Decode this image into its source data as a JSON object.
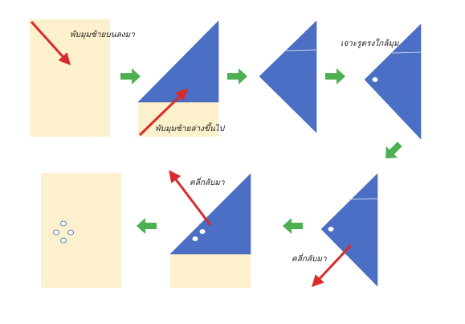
{
  "colors": {
    "paper": "#fdf0cc",
    "fold": "#4a6fc4",
    "fold_edge": "#3a5aa8",
    "arrow": "#d92b2b",
    "step_arrow": "#4caf50",
    "hole": "#ffffff"
  },
  "labels": {
    "fold_top_left_down": "พับมุมซ้ายบนลงมา",
    "fold_bottom_left_up": "พับมุมซ้ายล่างขึ้นไป",
    "punch_hole_near_corner": "เจาะรูตรงใกล้มุม",
    "unfold_1": "คลี่กลับมา",
    "unfold_2": "คลี่กลับมา"
  },
  "icons": {
    "step_arrow": "right-arrow-icon",
    "step_arrow_down": "down-left-arrow-icon",
    "step_arrow_back": "left-arrow-icon"
  }
}
